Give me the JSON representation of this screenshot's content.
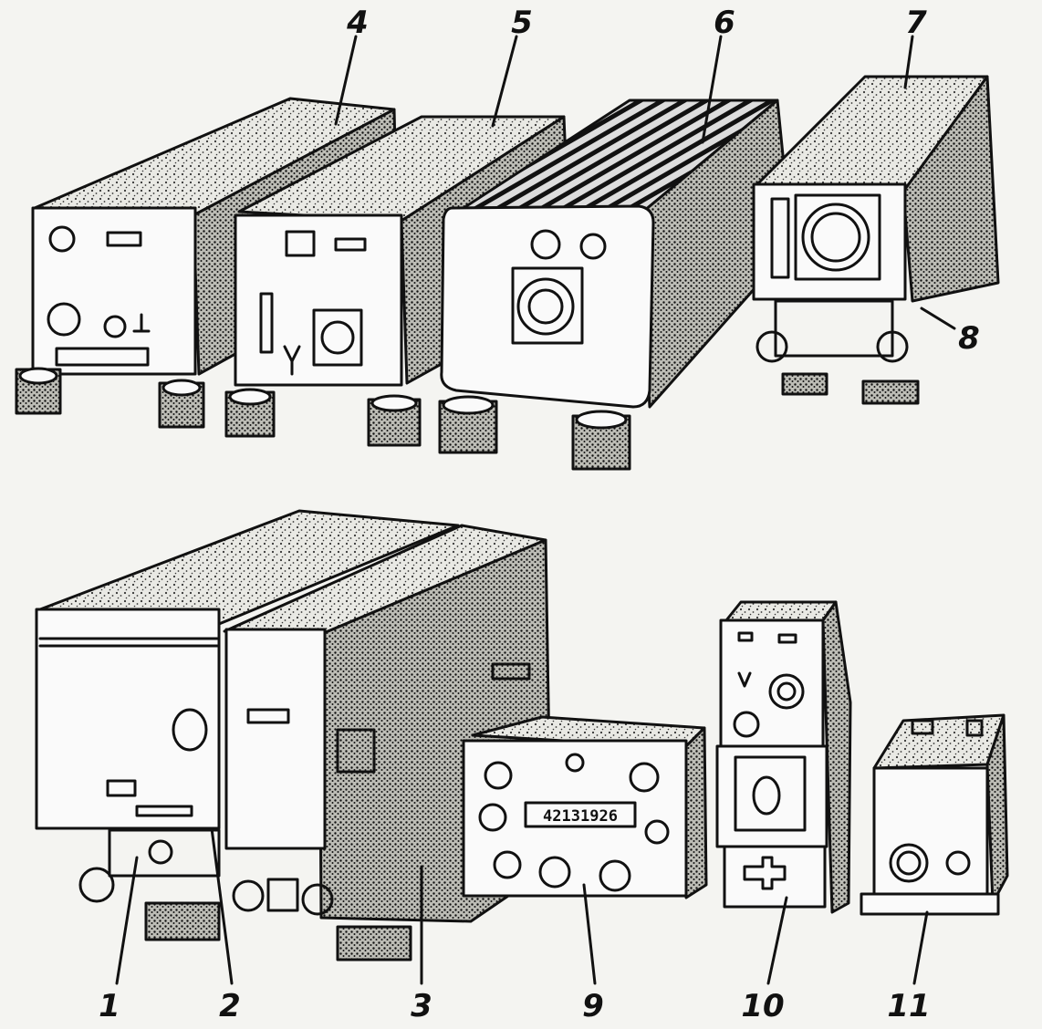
{
  "figure": {
    "labels": [
      "1",
      "2",
      "3",
      "4",
      "5",
      "6",
      "7",
      "8",
      "9",
      "10",
      "11"
    ],
    "counter_display": "42131926",
    "colors": {
      "ink": "#111111",
      "paper": "#f4f4f1",
      "stipple": "#3a3a3a",
      "light_face": "#ffffff"
    }
  }
}
